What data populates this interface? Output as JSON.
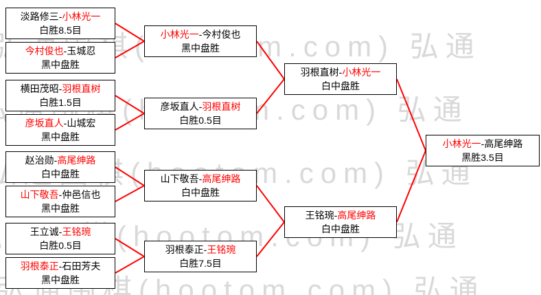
{
  "watermark": {
    "text": "弘通围棋(hootom.com) 弘通",
    "color": "#d9d9d9"
  },
  "colors": {
    "connector_line": "#ff0000",
    "winner_name": "#ff0000",
    "box_border": "#000000"
  },
  "bracket": {
    "round1": [
      {
        "pre": "淡路修三-",
        "red": "小林光一",
        "post": "",
        "result": "白胜8.5目"
      },
      {
        "pre": "",
        "red": "今村俊也",
        "post": "-玉城忍",
        "result": "黑中盘胜"
      },
      {
        "pre": "横田茂昭-",
        "red": "羽根直树",
        "post": "",
        "result": "白胜1.5目"
      },
      {
        "pre": "",
        "red": "彦坂直人",
        "post": "-山城宏",
        "result": "黑中盘胜"
      },
      {
        "pre": "赵治勋-",
        "red": "高尾绅路",
        "post": "",
        "result": "白中盘胜"
      },
      {
        "pre": "",
        "red": "山下敬吾",
        "post": "-仲邑信也",
        "result": "黑中盘胜"
      },
      {
        "pre": "王立诚-",
        "red": "王铭琬",
        "post": "",
        "result": "白胜0.5目"
      },
      {
        "pre": "",
        "red": "羽根泰正",
        "post": "-石田芳夫",
        "result": "黑中盘胜"
      }
    ],
    "round2": [
      {
        "pre": "",
        "red": "小林光一",
        "post": "-今村俊也",
        "result": "黑中盘胜"
      },
      {
        "pre": "彦坂直人-",
        "red": "羽根直树",
        "post": "",
        "result": "白胜0.5目"
      },
      {
        "pre": "山下敬吾-",
        "red": "高尾绅路",
        "post": "",
        "result": "白中盘胜"
      },
      {
        "pre": "羽根泰正-",
        "red": "王铭琬",
        "post": "",
        "result": "白胜7.5目"
      }
    ],
    "semifinals": [
      {
        "pre": "羽根直树-",
        "red": "小林光一",
        "post": "",
        "result": "白中盘胜"
      },
      {
        "pre": "王铭琬-",
        "red": "高尾绅路",
        "post": "",
        "result": "白中盘胜"
      }
    ],
    "final": {
      "pre": "",
      "red": "小林光一",
      "post": "-高尾绅路",
      "result": "黑胜3.5目"
    }
  }
}
